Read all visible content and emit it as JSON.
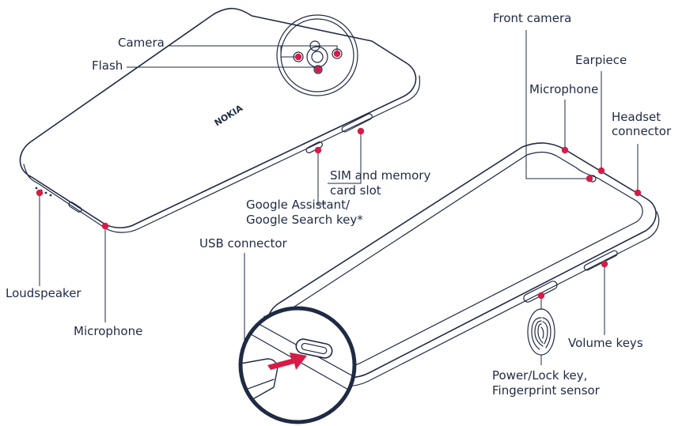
{
  "colors": {
    "accent": "#d81b46",
    "ink": "#1f2a44",
    "background": "#ffffff"
  },
  "brand": "NOKIA",
  "labels": {
    "camera": "Camera",
    "flash": "Flash",
    "front_camera": "Front camera",
    "earpiece": "Earpiece",
    "microphone_top": "Microphone",
    "headset_line1": "Headset",
    "headset_line2": "connector",
    "sim_line1": "SIM and memory",
    "sim_line2": "card slot",
    "assistant_line1": "Google Assistant/",
    "assistant_line2": "Google Search key*",
    "usb": "USB connector",
    "loudspeaker": "Loudspeaker",
    "microphone_bottom": "Microphone",
    "volume": "Volume keys",
    "power_line1": "Power/Lock key,",
    "power_line2": "Fingerprint sensor"
  }
}
